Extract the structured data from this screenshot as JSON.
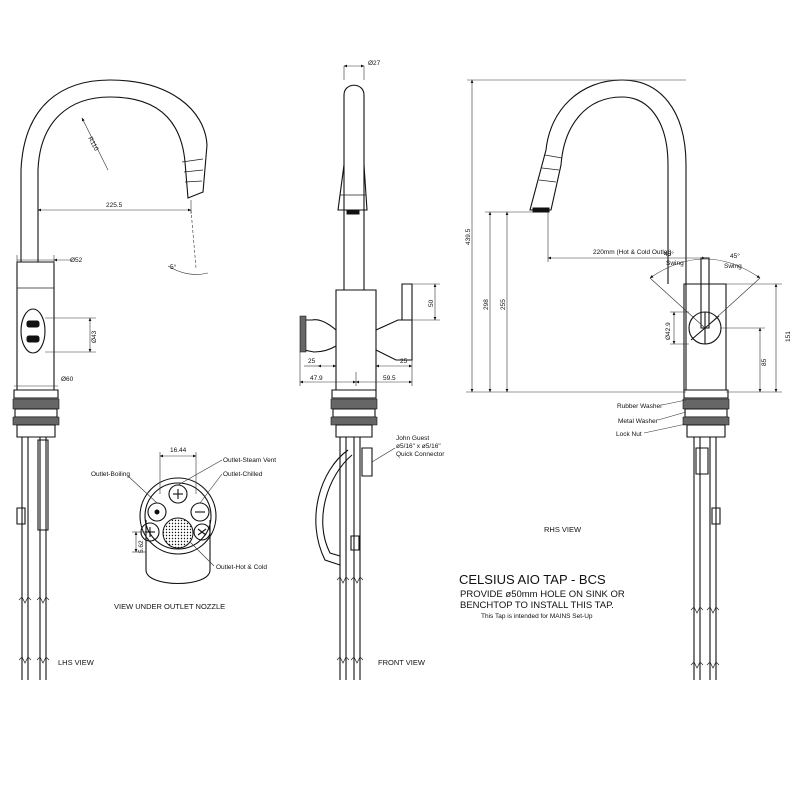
{
  "views": {
    "lhs": "LHS VIEW",
    "front": "FRONT VIEW",
    "rhs": "RHS VIEW",
    "nozzle": "VIEW UNDER OUTLET NOZZLE"
  },
  "dimensions": {
    "lhs_radius": "R110",
    "lhs_reach": "225.5",
    "lhs_angle": "5°",
    "lhs_body_dia": "Ø52",
    "lhs_control_dia": "Ø43",
    "lhs_base_dia": "Ø60",
    "front_spout_dia": "Ø27",
    "front_handle_h": "50",
    "front_left_offset": "25",
    "front_right_offset": "25",
    "front_left_width": "47.9",
    "front_right_width": "59.5",
    "nozzle_width": "16.44",
    "nozzle_offset": "5.62",
    "rhs_reach": "220mm (Hot & Cold Outlet)",
    "rhs_swing_left_angle": "45°",
    "rhs_swing_left": "Swing",
    "rhs_swing_right_angle": "45°",
    "rhs_swing_right": "Swing",
    "rhs_total_h": "439.5",
    "rhs_h1": "298",
    "rhs_h2": "255",
    "rhs_control_dia": "Ø42.9",
    "rhs_handle_h": "151",
    "rhs_handle_center": "85"
  },
  "labels": {
    "outlet_boiling": "Outlet-Boiling",
    "outlet_steam": "Outlet-Steam Vent",
    "outlet_chilled": "Outlet-Chilled",
    "outlet_hot_cold": "Outlet-Hot & Cold",
    "connector_l1": "John Guest",
    "connector_l2": "ø5/16\" x ø5/16\"",
    "connector_l3": "Quick Connector",
    "rubber_washer": "Rubber Washer",
    "metal_washer": "Metal Washer",
    "lock_nut": "Lock Nut"
  },
  "title_block": {
    "title": "CELSIUS AIO TAP - BCS",
    "line1": "PROVIDE ø50mm HOLE ON SINK OR",
    "line2": "BENCHTOP TO INSTALL THIS TAP.",
    "note": "This Tap is intended for MAINS Set-Up"
  },
  "icons": [
    "plus-icon",
    "minus-icon",
    "aerator-grid-icon"
  ]
}
